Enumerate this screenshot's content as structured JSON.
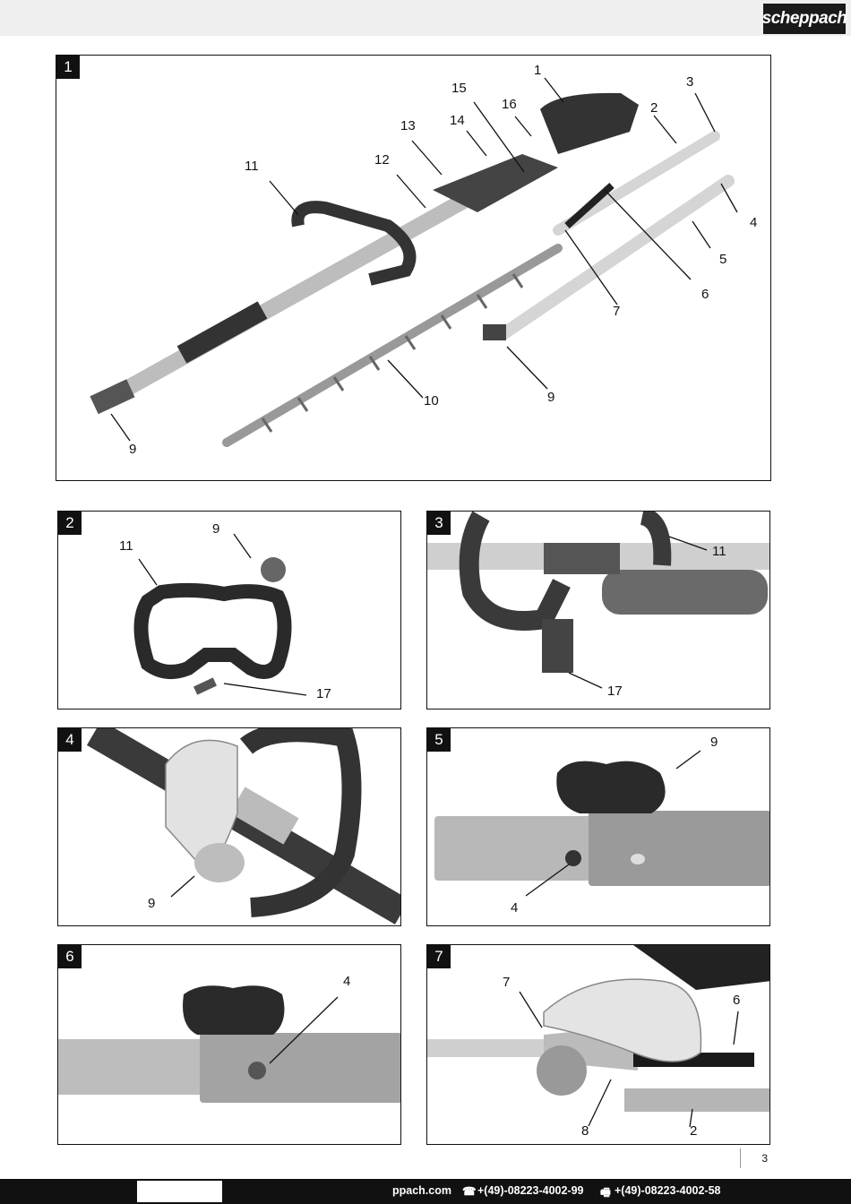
{
  "header": {
    "brand": "scheppach"
  },
  "figures": [
    {
      "number": "1",
      "labels": [
        "1",
        "2",
        "3",
        "4",
        "5",
        "6",
        "7",
        "9",
        "9",
        "10",
        "11",
        "12",
        "13",
        "14",
        "15",
        "16"
      ]
    },
    {
      "number": "2",
      "labels": [
        "11",
        "9",
        "17"
      ]
    },
    {
      "number": "3",
      "labels": [
        "11",
        "17"
      ]
    },
    {
      "number": "4",
      "labels": [
        "9"
      ]
    },
    {
      "number": "5",
      "labels": [
        "9",
        "4"
      ]
    },
    {
      "number": "6",
      "labels": [
        "4"
      ]
    },
    {
      "number": "7",
      "labels": [
        "7",
        "6",
        "8",
        "2"
      ]
    }
  ],
  "page_number": "3",
  "footer": {
    "web": "ppach.com",
    "phone_icon": "phone-icon",
    "phone": "+(49)-08223-4002-99",
    "fax_icon": "fax-icon",
    "fax": "+(49)-08223-4002-58"
  }
}
